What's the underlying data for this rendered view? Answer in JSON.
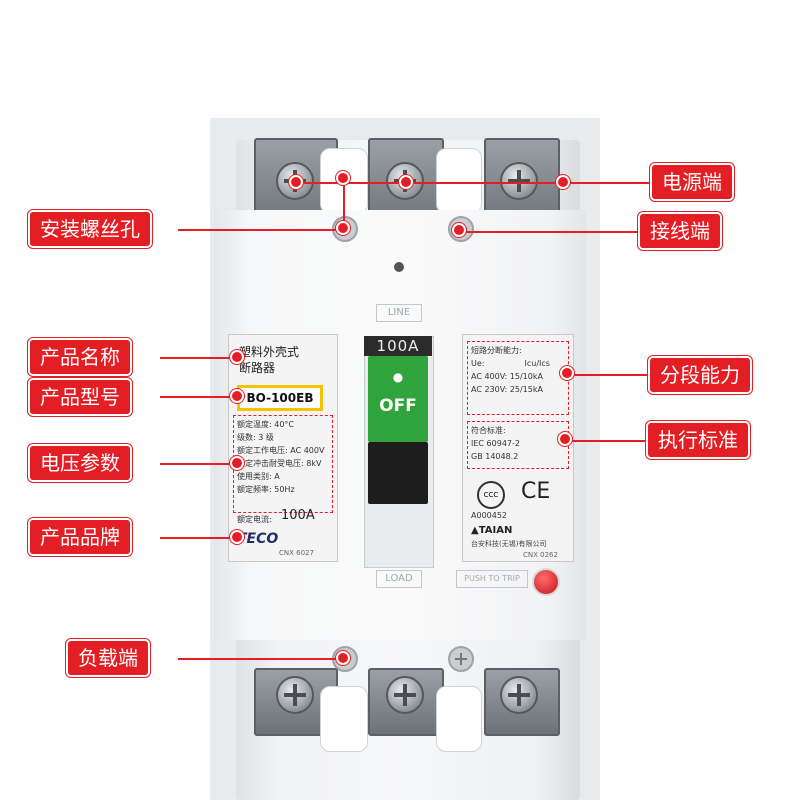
{
  "callouts": {
    "power_end": "电源端",
    "mount_hole": "安装螺丝孔",
    "wiring_end": "接线端",
    "product_name": "产品名称",
    "product_model": "产品型号",
    "breaking_capacity": "分段能力",
    "voltage_params": "电压参数",
    "standard": "执行标准",
    "brand": "产品品牌",
    "load_end": "负载端"
  },
  "breaker": {
    "line_label": "LINE",
    "load_label": "LOAD",
    "rating_window": "100A",
    "handle_text": "OFF",
    "handle_symbol": "●",
    "push_trip": "PUSH TO TRIP",
    "left_plate": {
      "name_line1": "塑料外壳式",
      "name_line2": "断路器",
      "model": "BO-100EB",
      "rows": [
        {
          "k": "额定温度:",
          "v": "40°C"
        },
        {
          "k": "级数: 3 级",
          "v": ""
        },
        {
          "k": "额定工作电压:",
          "v": "AC 400V"
        },
        {
          "k": "额定冲击耐受电压:",
          "v": "8kV"
        },
        {
          "k": "使用类别:",
          "v": "A"
        },
        {
          "k": "额定频率:",
          "v": "50Hz"
        }
      ],
      "current_label": "额定电流:",
      "current_value": "100A",
      "brand": "TECO",
      "code": "CNX 6027"
    },
    "right_plate": {
      "capacity_title": "短路分断能力:",
      "ue_label": "Ue:",
      "icu_label": "Icu/Ics",
      "cap_row1": "AC 400V: 15/10kA",
      "cap_row2": "AC 230V: 25/15kA",
      "std_title": "符合标准:",
      "std1": "IEC 60947-2",
      "std2": "GB 14048.2",
      "cert_ce": "CE",
      "cert_ccc": "CCC",
      "cert_code": "A000452",
      "maker": "TAIAN",
      "maker_cn": "台安科技(无锡)有限公司",
      "code": "CNX 0262"
    }
  }
}
